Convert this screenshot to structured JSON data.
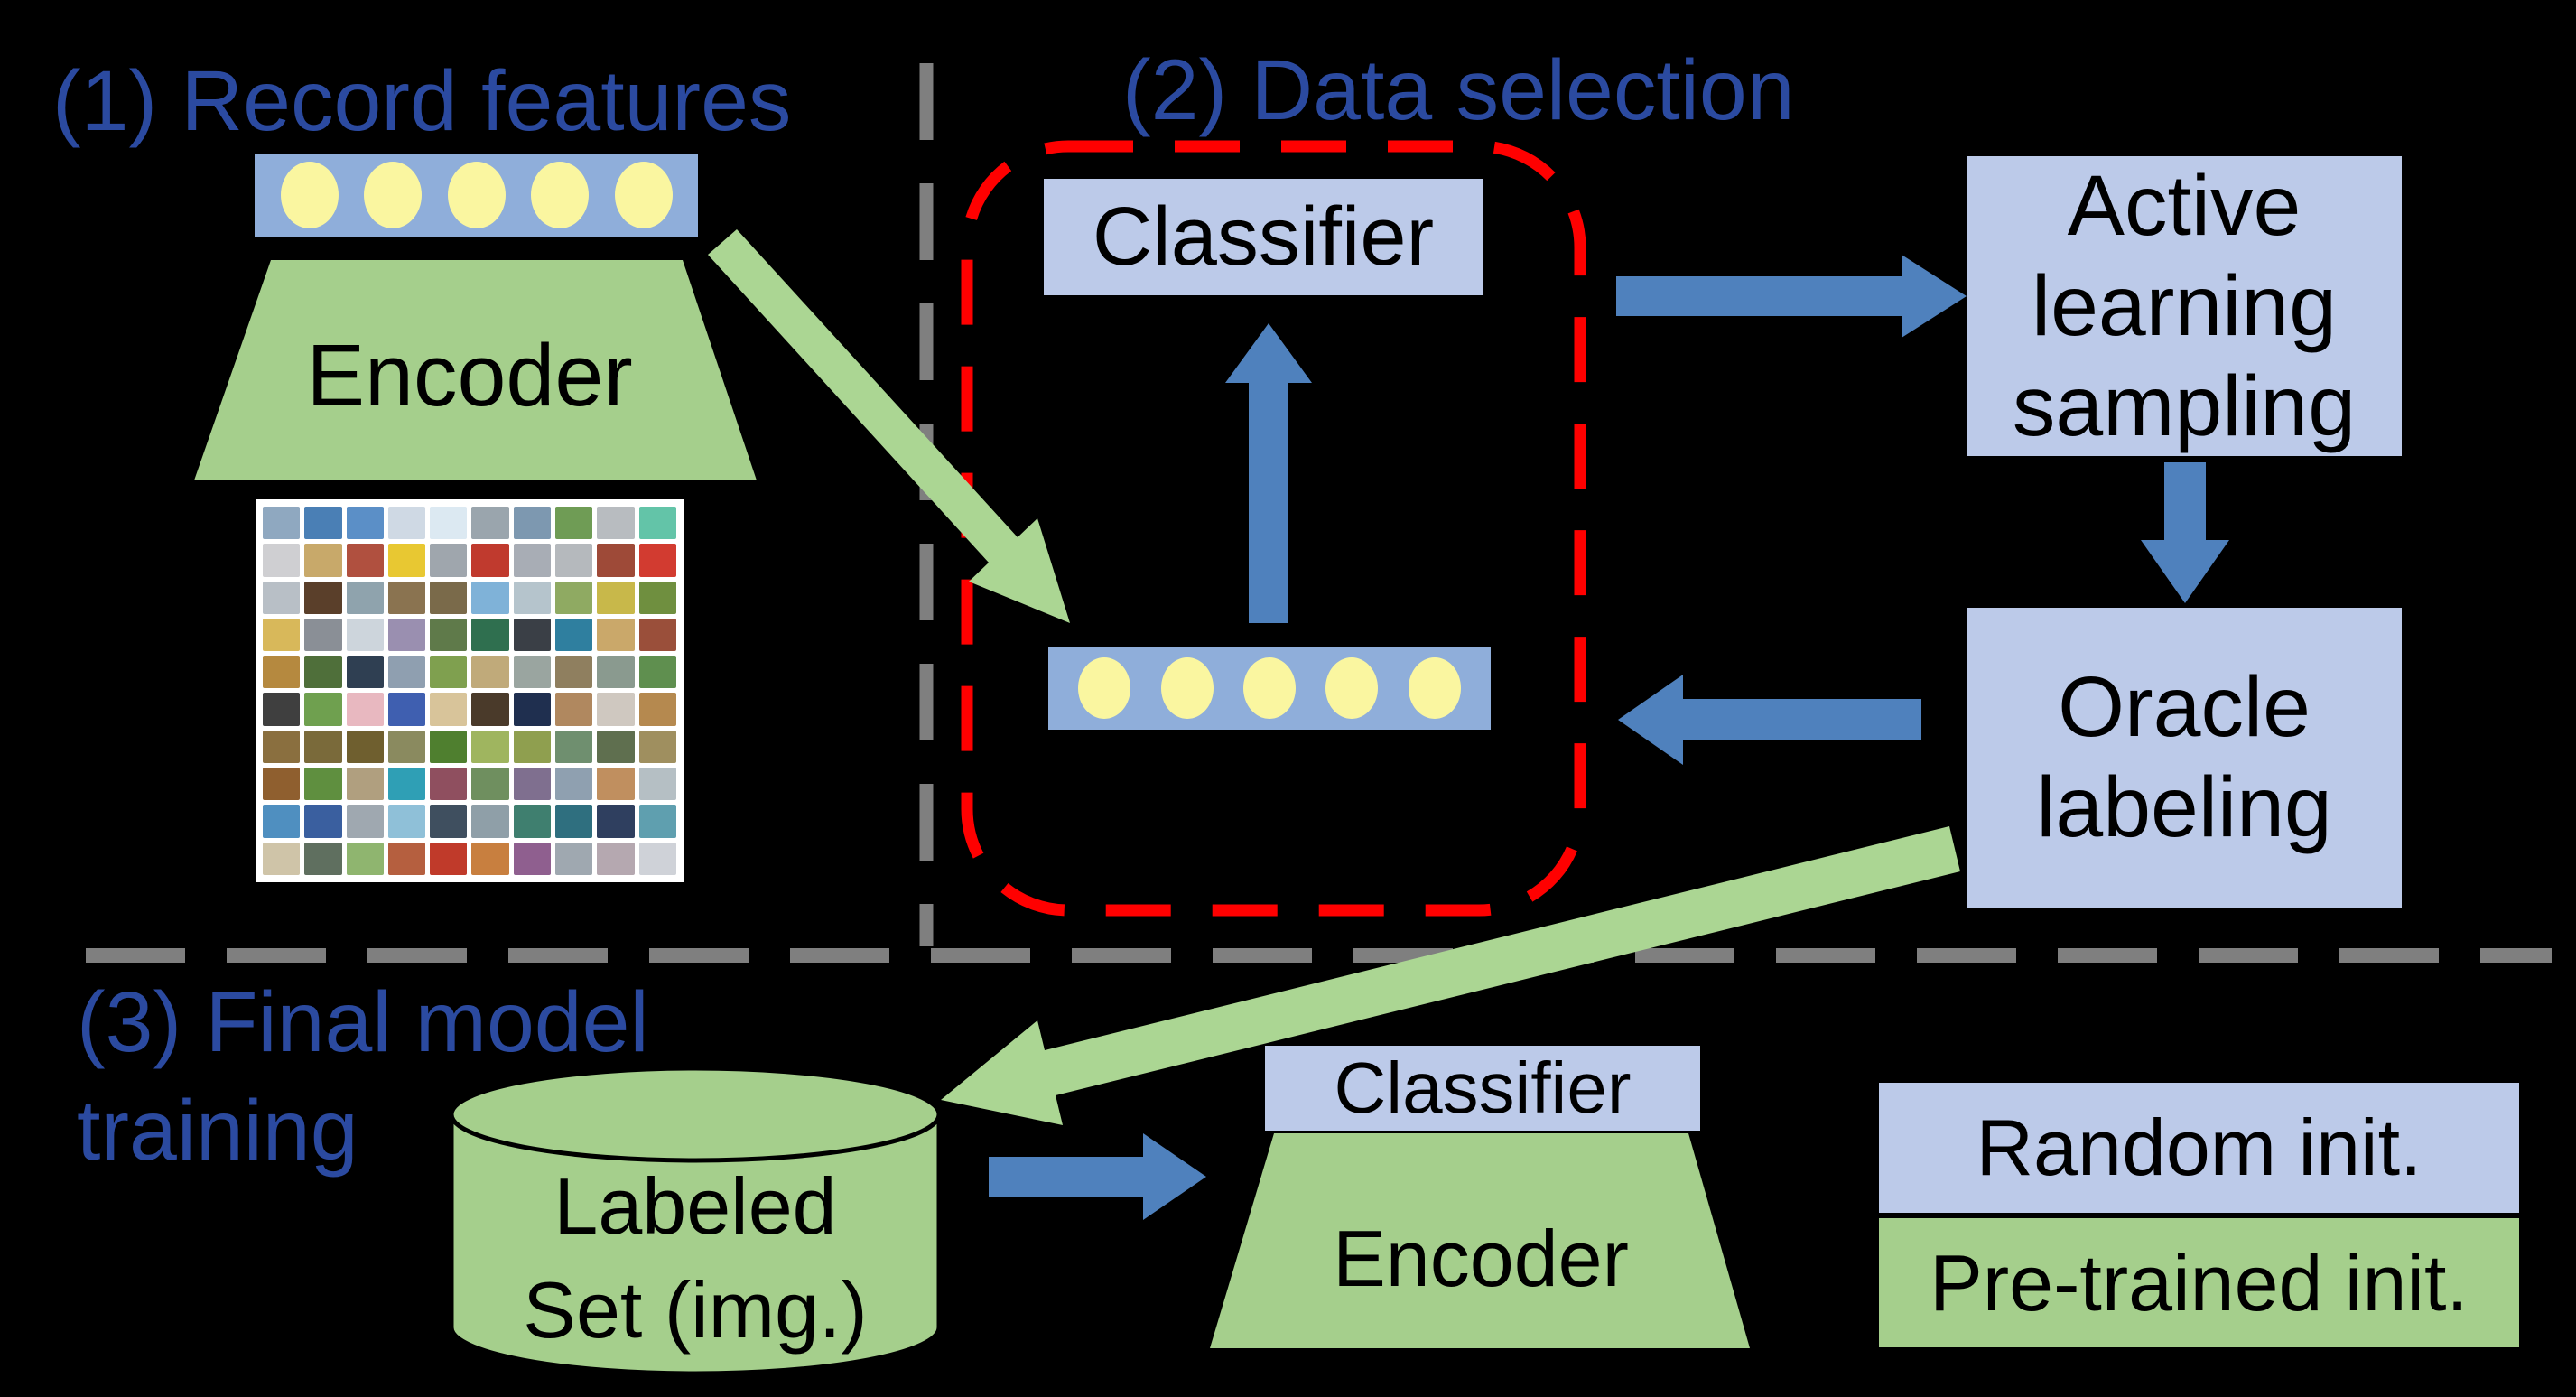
{
  "canvas": {
    "background": "#000000"
  },
  "colors": {
    "title_text": "#2B4AA0",
    "box_blue": "#BCCAE9",
    "bar_blue": "#8FAEDA",
    "dot_yellow": "#FAF6A0",
    "shape_green": "#A5CF8C",
    "arrow_green": "#ABD693",
    "arrow_blue": "#4F81BD",
    "dashed_gray": "#7F7F7F",
    "dashed_red": "#FF0000",
    "label_text": "#000000",
    "grid_background": "#FFFFFF"
  },
  "sections": {
    "record_features": {
      "label": "(1) Record features"
    },
    "data_selection": {
      "label": "(2) Data selection"
    },
    "final_training": {
      "label": "(3) Final model\ntraining"
    }
  },
  "nodes": {
    "encoder_top": {
      "label": "Encoder"
    },
    "feature_vector_top": {
      "dots": 5
    },
    "classifier_top": {
      "label": "Classifier"
    },
    "feature_vector_selection": {
      "dots": 5
    },
    "active_learning": {
      "label": "Active\nlearning\nsampling"
    },
    "oracle": {
      "label": "Oracle\nlabeling"
    },
    "labeled_set": {
      "label": "Labeled\nSet (img.)"
    },
    "classifier_bottom": {
      "label": "Classifier"
    },
    "encoder_bottom": {
      "label": "Encoder"
    },
    "random_init": {
      "label": "Random init."
    },
    "pretrained_init": {
      "label": "Pre-trained init."
    }
  },
  "image_grid": {
    "rows": [
      [
        "#8fa8c0",
        "#4a7fb5",
        "#5b8fc7",
        "#cfd9e4",
        "#dce9f2",
        "#9aa5ad",
        "#7d98b0",
        "#6f9c55",
        "#b8bcc0",
        "#63c4a8"
      ],
      [
        "#cfcfd2",
        "#c8a96a",
        "#b0503f",
        "#e8c832",
        "#9fa6ad",
        "#c03a2e",
        "#a8adb5",
        "#b5b9bd",
        "#9e4a38",
        "#d23b30"
      ],
      [
        "#b8bfc6",
        "#5a3f2a",
        "#8fa3ad",
        "#8a7350",
        "#7a6a4a",
        "#7fb2d8",
        "#b5c4cc",
        "#8faa62",
        "#c8b84a",
        "#6f8f3f"
      ],
      [
        "#d8b85a",
        "#8a8f96",
        "#cdd5dc",
        "#9a8fb0",
        "#5f7a4a",
        "#2f6f4f",
        "#3a3f46",
        "#2f7f9f",
        "#caa86a",
        "#9a4f3a"
      ],
      [
        "#b5893f",
        "#4f6f3a",
        "#2f3f52",
        "#8f9fb0",
        "#7fa04f",
        "#c0aa7a",
        "#9aa5a0",
        "#8f7f5f",
        "#8a9a8f",
        "#5f8f4f"
      ],
      [
        "#3f3f3f",
        "#6fa04f",
        "#e8b8c0",
        "#3f5fb0",
        "#d8c49a",
        "#4a3a2a",
        "#1f2f4f",
        "#b0885f",
        "#cfc8c0",
        "#b5894f"
      ],
      [
        "#8a6f3f",
        "#7a6a3a",
        "#6f5f2f",
        "#8a8a5f",
        "#4f7f2f",
        "#9fb55f",
        "#8f9f4f",
        "#6f8f6f",
        "#5f6f4f",
        "#9f8f5f"
      ],
      [
        "#8f5f2f",
        "#5f8f3f",
        "#b09f7f",
        "#2f9fb5",
        "#8f4f5f",
        "#6f8f5f",
        "#7f6f8f",
        "#8fa0b0",
        "#c08f5f",
        "#b5bfc4"
      ],
      [
        "#4f8fc0",
        "#3a5f9f",
        "#9fa8b0",
        "#8fc0d8",
        "#3f4f5f",
        "#8f9fa8",
        "#3f7f6f",
        "#2f6f7f",
        "#2f3f5f",
        "#5f9faf"
      ],
      [
        "#cfc4a8",
        "#5f6f5f",
        "#8fb56f",
        "#b55f3f",
        "#c03a2a",
        "#c87f3f",
        "#8f5f8f",
        "#9fa8b0",
        "#b5a8b0",
        "#cfd2d8"
      ]
    ]
  }
}
